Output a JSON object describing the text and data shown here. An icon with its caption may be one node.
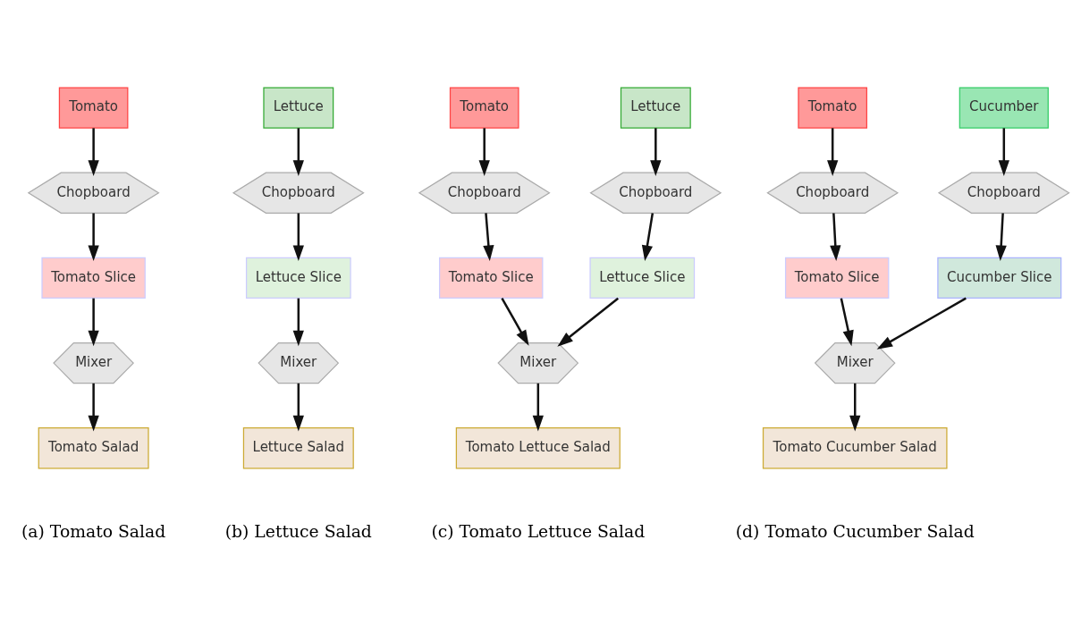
{
  "diagram": {
    "nodes": [
      {
        "text": [
          "Tomato"
        ]
      },
      {
        "text": [
          "Chopboard"
        ]
      },
      {
        "text": [
          "Tomato Slice"
        ]
      },
      {
        "text": [
          "Mixer"
        ]
      },
      {
        "text": [
          "Tomato Salad"
        ]
      },
      {
        "text": [
          "Lettuce"
        ]
      },
      {
        "text": [
          "Chopboard"
        ]
      },
      {
        "text": [
          "Lettuce Slice"
        ]
      },
      {
        "text": [
          "Mixer"
        ]
      },
      {
        "text": [
          "Lettuce Salad"
        ]
      },
      {
        "text": [
          "Tomato"
        ]
      },
      {
        "text": [
          "Lettuce"
        ]
      },
      {
        "text": [
          "Chopboard"
        ]
      },
      {
        "text": [
          "Chopboard"
        ]
      },
      {
        "text": [
          "Tomato Slice"
        ]
      },
      {
        "text": [
          "Lettuce Slice"
        ]
      },
      {
        "text": [
          "Mixer"
        ]
      },
      {
        "text": [
          "Tomato Lettuce Salad"
        ]
      },
      {
        "text": [
          "Tomato"
        ]
      },
      {
        "text": [
          "Cucumber"
        ]
      },
      {
        "text": [
          "Chopboard"
        ]
      },
      {
        "text": [
          "Chopboard"
        ]
      },
      {
        "text": [
          "Tomato Slice"
        ]
      },
      {
        "text": [
          "Cucumber Slice"
        ]
      },
      {
        "text": [
          "Mixer"
        ]
      },
      {
        "text": [
          "Tomato Cucumber Salad"
        ]
      }
    ],
    "edges": [
      {
        "from": 0,
        "to": 1,
        "arrow": "to"
      },
      {
        "from": 1,
        "to": 2,
        "arrow": "to"
      },
      {
        "from": 2,
        "to": 3,
        "arrow": "to"
      },
      {
        "from": 3,
        "to": 4,
        "arrow": "to"
      },
      {
        "from": 5,
        "to": 6,
        "arrow": "to"
      },
      {
        "from": 6,
        "to": 7,
        "arrow": "to"
      },
      {
        "from": 7,
        "to": 8,
        "arrow": "to"
      },
      {
        "from": 8,
        "to": 9,
        "arrow": "to"
      },
      {
        "from": 10,
        "to": 12,
        "arrow": "to"
      },
      {
        "from": 11,
        "to": 13,
        "arrow": "to"
      },
      {
        "from": 12,
        "to": 14,
        "arrow": "to"
      },
      {
        "from": 13,
        "to": 15,
        "arrow": "to"
      },
      {
        "from": 14,
        "to": 16,
        "arrow": "to"
      },
      {
        "from": 15,
        "to": 16,
        "arrow": "to"
      },
      {
        "from": 16,
        "to": 17,
        "arrow": "to"
      },
      {
        "from": 18,
        "to": 20,
        "arrow": "to"
      },
      {
        "from": 19,
        "to": 21,
        "arrow": "to"
      },
      {
        "from": 20,
        "to": 22,
        "arrow": "to"
      },
      {
        "from": 21,
        "to": 23,
        "arrow": "to"
      },
      {
        "from": 22,
        "to": 24,
        "arrow": "to"
      },
      {
        "from": 23,
        "to": 24,
        "arrow": "to"
      },
      {
        "from": 24,
        "to": 25,
        "arrow": "to"
      }
    ],
    "labels": [
      "(a) Tomato Salad",
      "(b) Lettuce Salad",
      "(c) Tomato Lettuce Salad",
      "(d) Tomato Cucumber Salad"
    ]
  }
}
